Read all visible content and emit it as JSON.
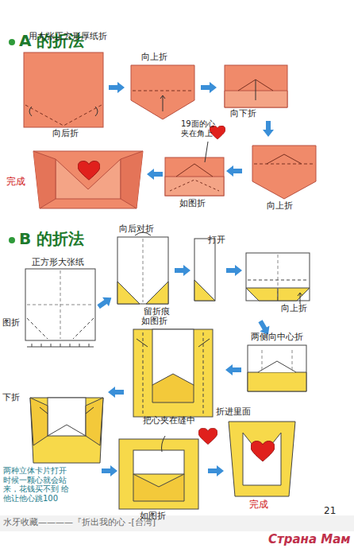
{
  "diagram": {
    "labels": [
      "A 的折法",
      "用大张正方形厚纸折",
      "向后折",
      "向上折",
      "向下折",
      "19面的心 夹在角上",
      "如图折",
      "向上折",
      "完成",
      "B 的折法",
      "正方形大张纸",
      "图折",
      "向后对折",
      "留折痕",
      "打开",
      "向上折",
      "两侧向中心折",
      "如图折",
      "折进里面",
      "下折",
      "把心夹在缝中",
      "如图折",
      "完成",
      "两种立体卡片打开 时候一颗心就会站 来，花钱买不到 给他让他心跳100",
      "21",
      "水牙收藏————『折出我的心 -[台湾]",
      "Страна Мам"
    ]
  }
}
